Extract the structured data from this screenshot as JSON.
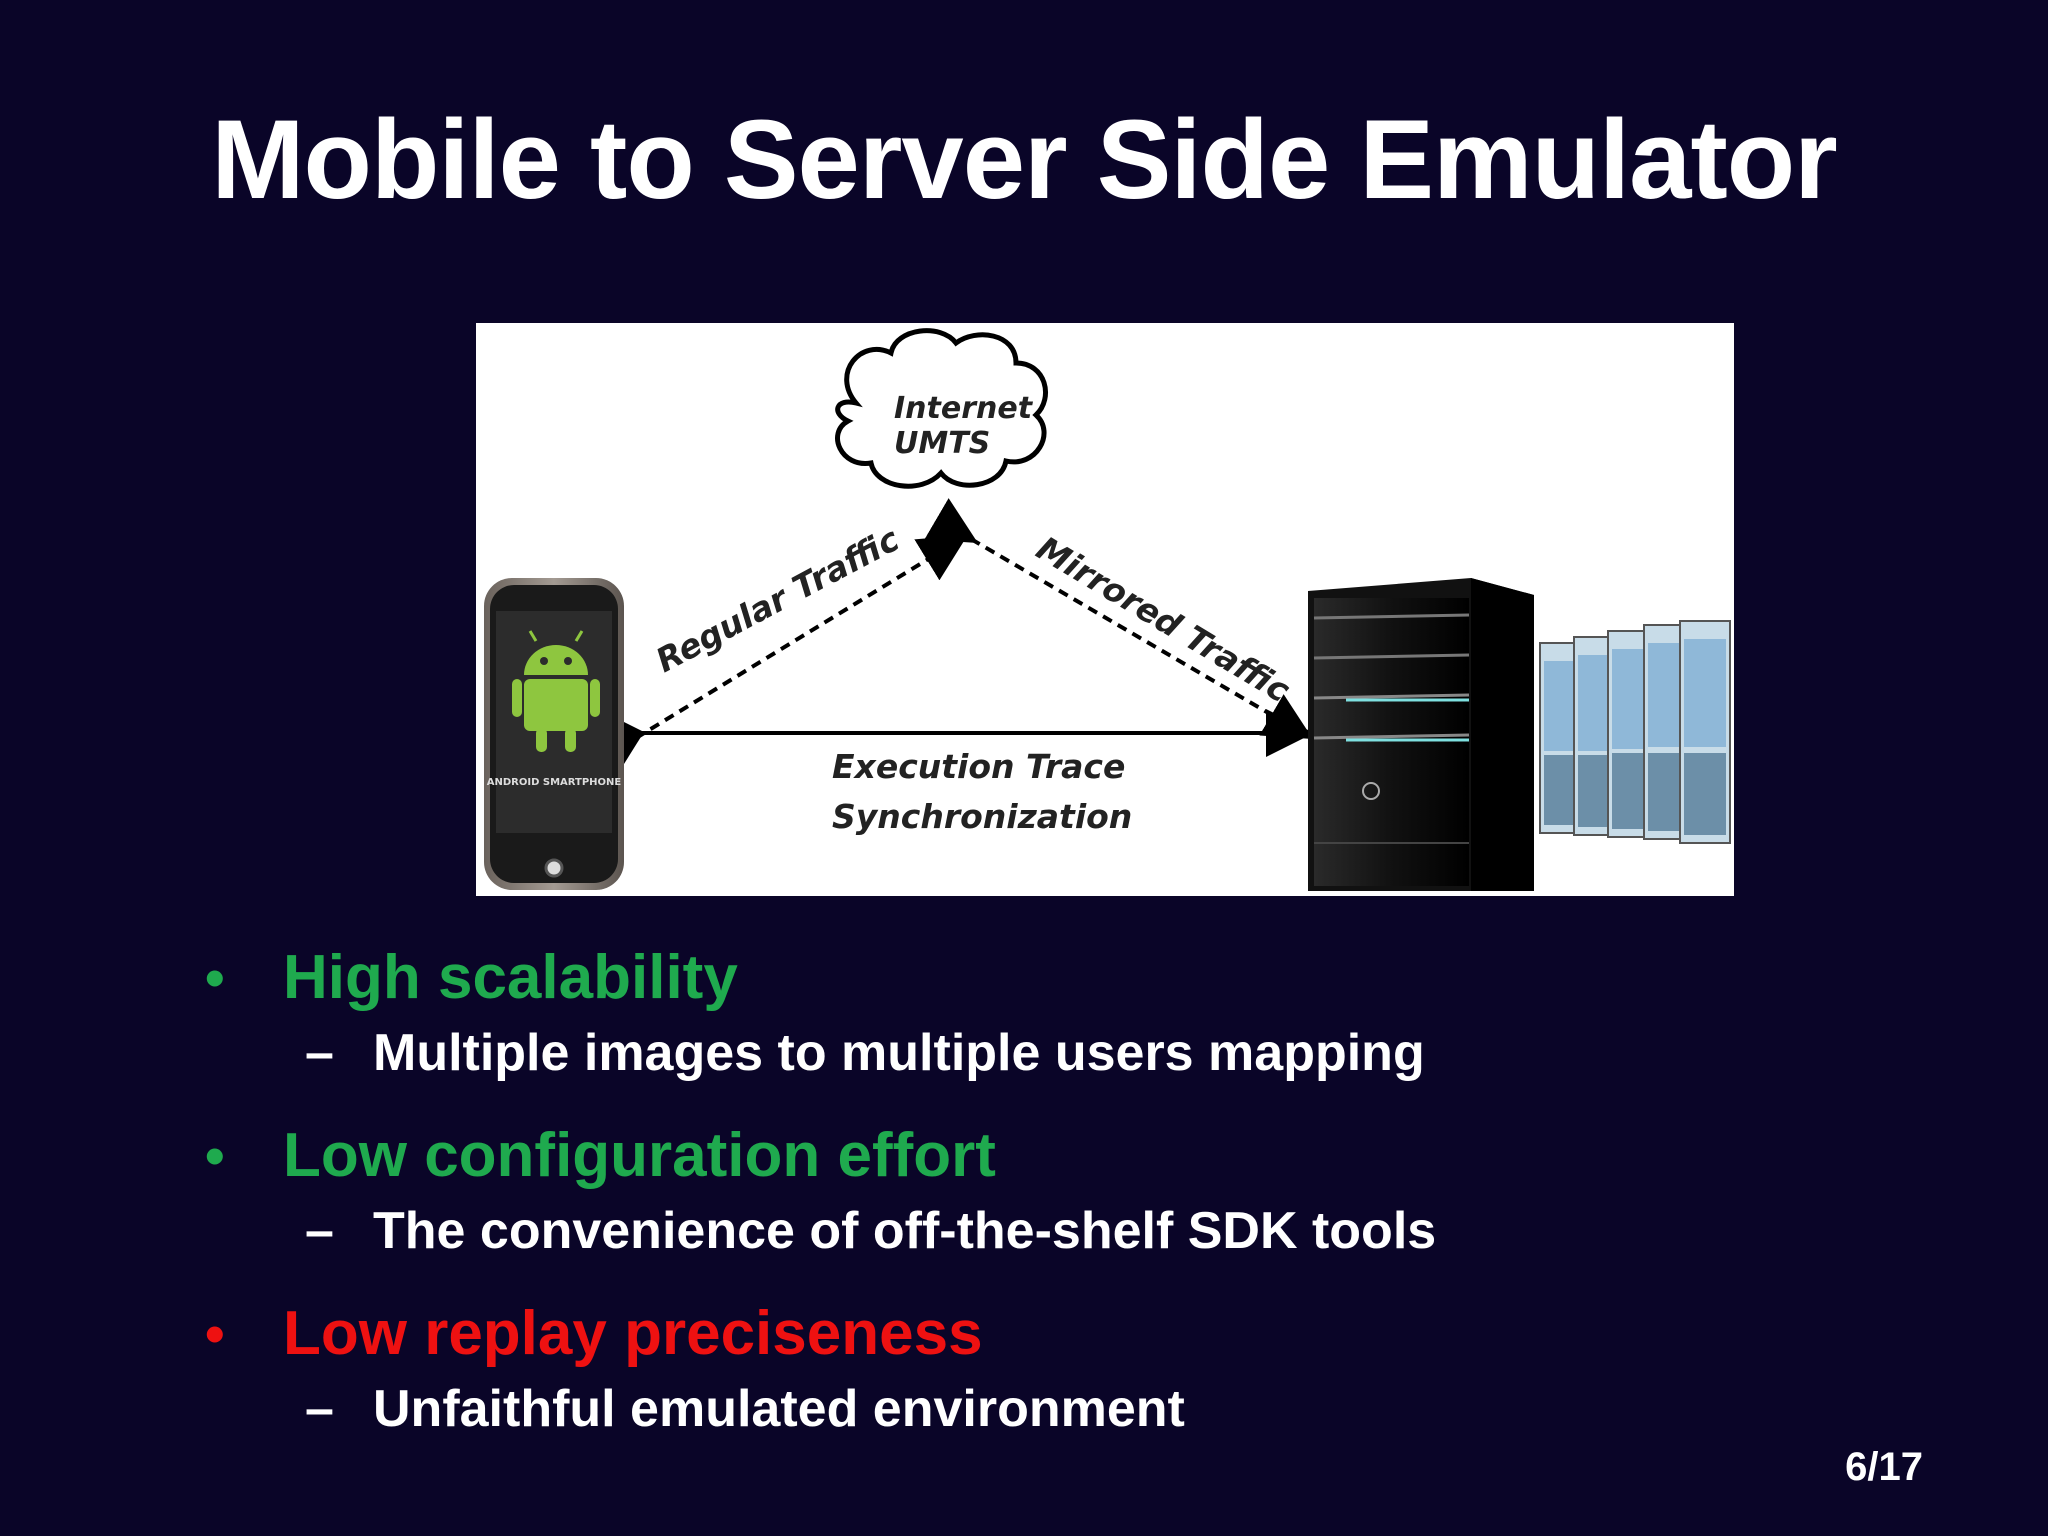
{
  "title": "Mobile to Server Side Emulator",
  "diagram": {
    "cloud_line1": "Internet",
    "cloud_line2": "UMTS",
    "left_arrow_label": "Regular Traffic",
    "right_arrow_label": "Mirrored Traffic",
    "bottom_label_line1": "Execution Trace",
    "bottom_label_line2": "Synchronization",
    "phone_caption": "ANDROID SMARTPHONE"
  },
  "bullets": [
    {
      "text": "High scalability",
      "color": "#1faa4e",
      "sub": "Multiple images to multiple users mapping"
    },
    {
      "text": "Low configuration effort",
      "color": "#1faa4e",
      "sub": "The convenience of off-the-shelf SDK tools"
    },
    {
      "text": "Low replay preciseness",
      "color": "#ee1111",
      "sub": "Unfaithful emulated environment"
    }
  ],
  "bullet_marker": "•",
  "sub_marker": "–",
  "page_number": "6/17"
}
